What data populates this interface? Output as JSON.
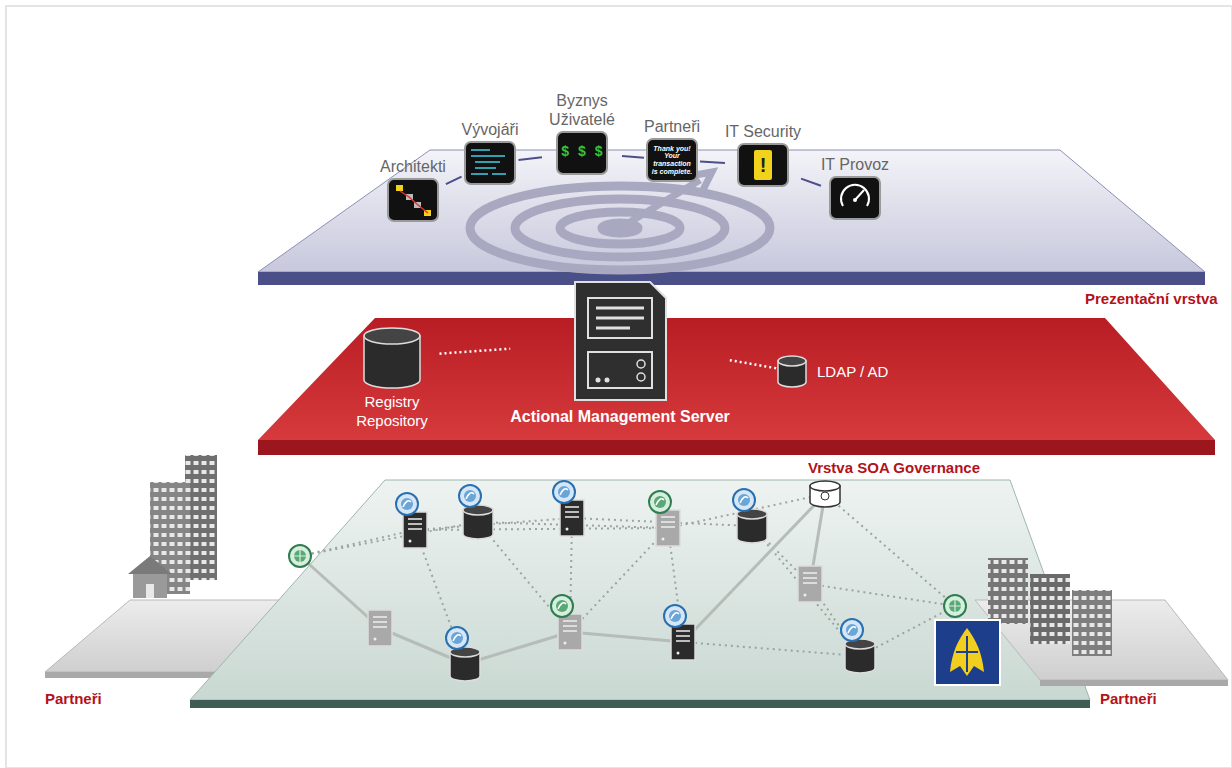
{
  "diagram": {
    "nodes": [
      {
        "text": [
          "Prezentační vrstva"
        ]
      },
      {
        "text": [
          "Architekti"
        ],
        "in": 0
      },
      {
        "text": [
          "Vývojáři"
        ],
        "in": 0
      },
      {
        "text": [
          "Byznys Uživatelé",
          "$ $ $"
        ],
        "in": 0
      },
      {
        "text": [
          "Partneři",
          "Thank you! Your transaction is complete."
        ],
        "in": 0
      },
      {
        "text": [
          "IT Security",
          "!"
        ],
        "in": 0
      },
      {
        "text": [
          "IT Provoz"
        ],
        "in": 0
      },
      {
        "text": [
          "Vrstva SOA Governance"
        ]
      },
      {
        "text": [
          "Registry Repository"
        ],
        "in": 7
      },
      {
        "text": [
          "Actional Management Server"
        ],
        "in": 7
      },
      {
        "text": [
          "LDAP / AD"
        ],
        "in": 7
      },
      {
        "text": [
          "Partneři"
        ]
      },
      {
        "text": [
          "Partneři"
        ]
      }
    ],
    "edges": [
      {
        "from": 1,
        "to": 2,
        "arrow": "none"
      },
      {
        "from": 2,
        "to": 3,
        "arrow": "none"
      },
      {
        "from": 3,
        "to": 4,
        "arrow": "none"
      },
      {
        "from": 4,
        "to": 5,
        "arrow": "none"
      },
      {
        "from": 5,
        "to": 6,
        "arrow": "none"
      },
      {
        "from": 8,
        "to": 9,
        "arrow": "none"
      },
      {
        "from": 9,
        "to": 10,
        "arrow": "none"
      }
    ]
  }
}
